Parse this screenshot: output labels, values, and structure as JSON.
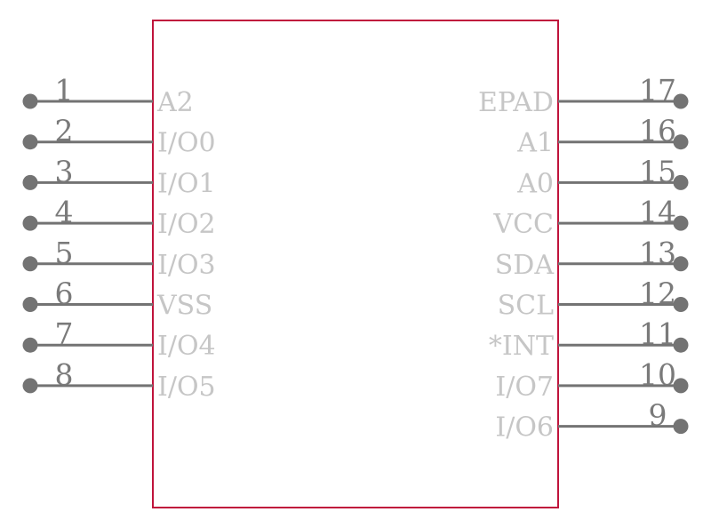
{
  "colors": {
    "body_outline": "#c0143c",
    "pin_line": "#737373",
    "pin_number": "#7a7a7a",
    "pin_name": "#c6c6c6",
    "background": "#ffffff"
  },
  "left_pins": [
    {
      "number": "1",
      "name": "A2"
    },
    {
      "number": "2",
      "name": "I/O0"
    },
    {
      "number": "3",
      "name": "I/O1"
    },
    {
      "number": "4",
      "name": "I/O2"
    },
    {
      "number": "5",
      "name": "I/O3"
    },
    {
      "number": "6",
      "name": "VSS"
    },
    {
      "number": "7",
      "name": "I/O4"
    },
    {
      "number": "8",
      "name": "I/O5"
    }
  ],
  "right_pins": [
    {
      "number": "17",
      "name": "EPAD"
    },
    {
      "number": "16",
      "name": "A1"
    },
    {
      "number": "15",
      "name": "A0"
    },
    {
      "number": "14",
      "name": "VCC"
    },
    {
      "number": "13",
      "name": "SDA"
    },
    {
      "number": "12",
      "name": "SCL"
    },
    {
      "number": "11",
      "name": "*INT"
    },
    {
      "number": "10",
      "name": "I/O7"
    },
    {
      "number": "9",
      "name": "I/O6"
    }
  ]
}
